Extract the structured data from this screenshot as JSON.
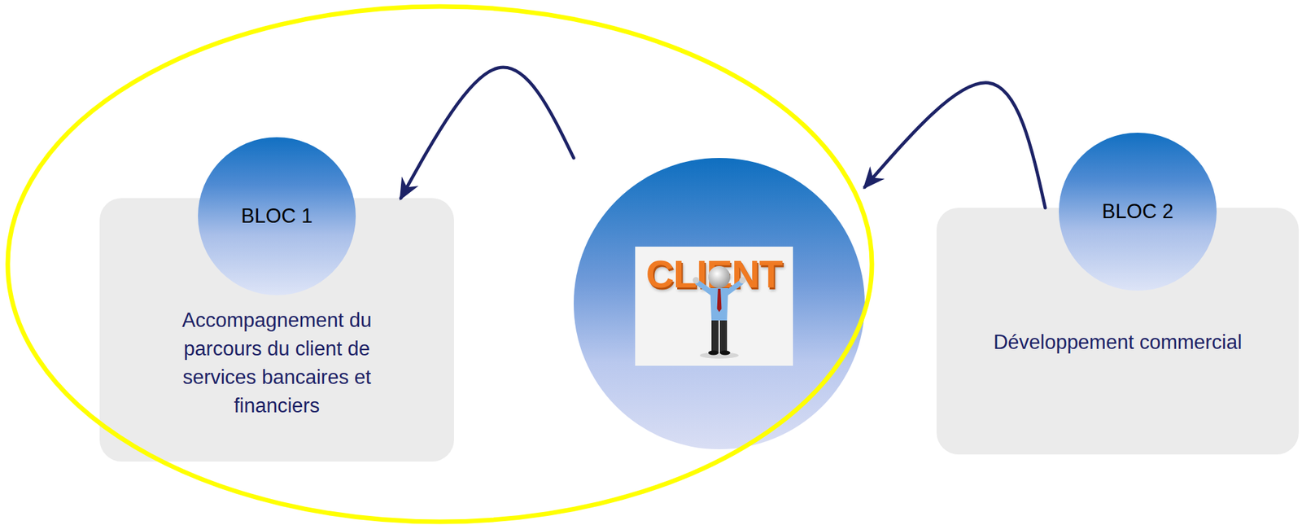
{
  "diagram": {
    "nodes": [
      {
        "text": [
          "BLOC 1",
          "Accompagnement du parcours du client de services bancaires et financiers"
        ]
      },
      {
        "text": [
          "CLIENT"
        ]
      },
      {
        "text": [
          "BLOC 2",
          "Développement commercial"
        ]
      }
    ],
    "edges": [
      {
        "from": 1,
        "to": 0,
        "arrow": "to"
      },
      {
        "from": 2,
        "to": 1,
        "arrow": "to"
      }
    ]
  }
}
